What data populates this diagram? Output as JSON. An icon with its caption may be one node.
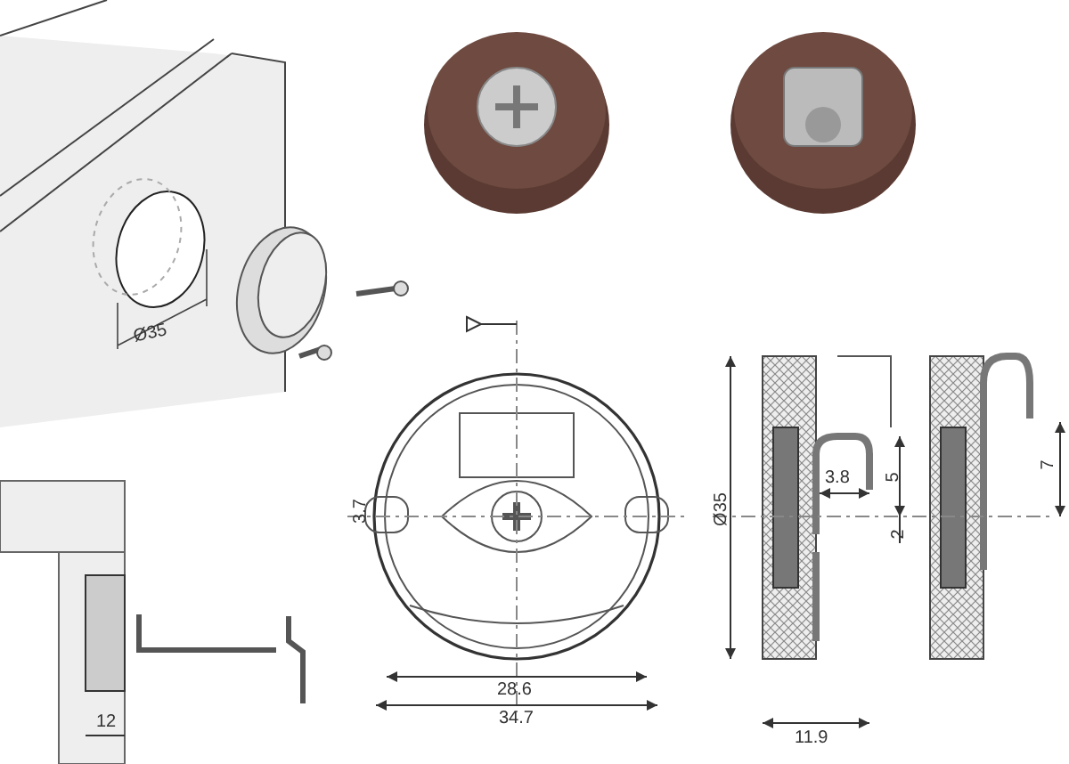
{
  "diagram": {
    "labels": [
      "Ø35",
      "5",
      "7",
      "3.8",
      "3.7",
      "Ø35",
      "2",
      "28.6",
      "34.7",
      "12",
      "11.9"
    ]
  }
}
